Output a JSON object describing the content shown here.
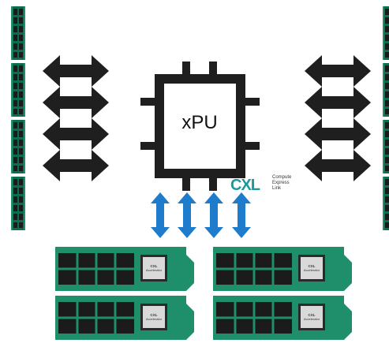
{
  "cpu": {
    "label": "xPU"
  },
  "cxl_logo": {
    "mark": "CXL",
    "tagline_line1": "Compute",
    "tagline_line2": "Express",
    "tagline_line3": "Link",
    "color": "#1a9a9a"
  },
  "accelerator_card": {
    "chip_label_line1": "CXL",
    "chip_label_line2": "Accelerator",
    "count": 4
  },
  "memory_modules": {
    "left_count": 4,
    "right_count": 4
  },
  "arrows": {
    "horizontal_left_count": 4,
    "horizontal_right_count": 4,
    "vertical_count": 4,
    "dark_color": "#1f1f1f",
    "blue_color": "#1f7ccc"
  },
  "colors": {
    "pcb_green": "#1e8f6a",
    "pcb_dark": "#0d6d51",
    "chip_dark": "#1b1b1b",
    "chip_silver": "#d9d9d9"
  }
}
